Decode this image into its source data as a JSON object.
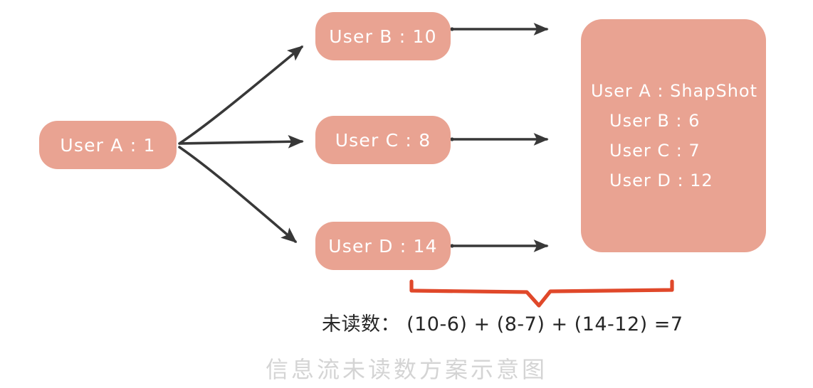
{
  "diagram": {
    "caption": "信息流未读数方案示意图",
    "formula": "未读数： (10-6) + (8-7) + (14-12) =7",
    "colors": {
      "node_fill": "#e9a392",
      "node_text": "#ffffff",
      "arrow": "#383838",
      "brace": "#e0482a",
      "caption_text": "#d4d4d4",
      "formula_text": "#262626",
      "background": "#ffffff"
    },
    "source_node": {
      "label": "User A : 1"
    },
    "target_nodes": [
      {
        "label": "User B : 10"
      },
      {
        "label": "User C : 8"
      },
      {
        "label": "User D : 14"
      }
    ],
    "snapshot_box": {
      "lines": [
        "User A : ShapShot",
        "User B : 6",
        "User C : 7",
        "User D : 12"
      ]
    },
    "arrows": {
      "fanout_count": 3,
      "to_snapshot_count": 3
    }
  }
}
